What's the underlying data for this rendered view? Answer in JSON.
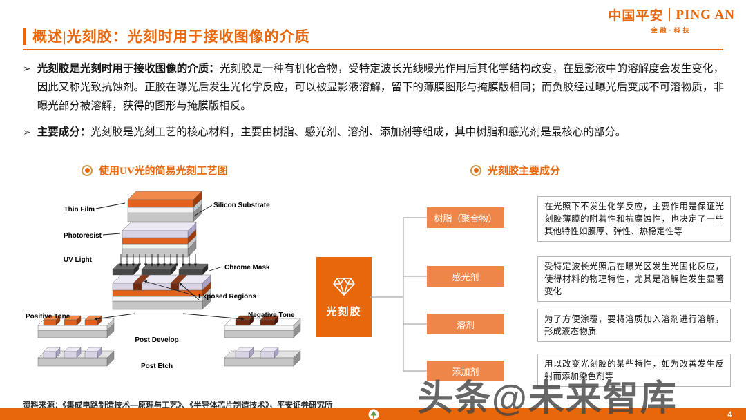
{
  "header": {
    "logo": {
      "brand_cn": "中国平安",
      "brand_en": "PING AN",
      "tagline": "金融·科技"
    },
    "title": "概述|光刻胶：光刻时用于接收图像的介质"
  },
  "bullets": [
    {
      "lead": "光刻胶是光刻时用于接收图像的介质：",
      "text": "光刻胶是一种有机化合物，受特定波长光线曝光作用后其化学结构改变，在显影液中的溶解度会发生变化，因此又称光致抗蚀剂。正胶在曝光后发生光化学反应，可以被显影液溶解，留下的薄膜图形与掩膜版相同；而负胶经过曝光后变成不可溶物质，非曝光部分被溶解，获得的图形与掩膜版相反。"
    },
    {
      "lead": "主要成分：",
      "text": "光刻胶是光刻工艺的核心材料，主要由树脂、感光剂、溶剂、添加剂等组成，其中树脂和感光剂是最核心的部分。"
    }
  ],
  "sections": {
    "left_title": "使用UV光的简易光刻工艺图",
    "right_title": "光刻胶主要成分"
  },
  "diagram": {
    "labels": {
      "thin_film": "Thin Film",
      "silicon_substrate": "Silicon Substrate",
      "photoresist": "Photoresist",
      "uv_light": "UV Light",
      "chrome_mask": "Chrome Mask",
      "exposed_regions": "Exposed Regions",
      "positive_tone": "Positive Tone",
      "negative_tone": "Negative Tone",
      "post_develop": "Post Develop",
      "post_etch": "Post Etch"
    }
  },
  "composition": {
    "root": "光刻胶",
    "items": [
      {
        "label": "树脂（聚合物）",
        "desc": "在光照下不发生化学反应，主要作用是保证光刻胶薄膜的附着性和抗腐蚀性，也决定了一些其他特性如膜厚、弹性、热稳定性等"
      },
      {
        "label": "感光剂",
        "desc": "受特定波长光照后在曝光区发生光固化反应，使得材料的物理特性，尤其是溶解性发生显著变化"
      },
      {
        "label": "溶剂",
        "desc": "为了方便涂覆，要将溶质加入溶剂进行溶解，形成液态物质"
      },
      {
        "label": "添加剂",
        "desc": "用以改变光刻胶的某些特性，如为改善发生反射而添加染色剂等"
      }
    ]
  },
  "footer": {
    "source": "资料来源：《集成电路制造技术—原理与工艺》、《半导体芯片制造技术》，平安证券研究所",
    "page": "4"
  },
  "watermark": "头条@未来智库",
  "colors": {
    "accent": "#E8670A",
    "box": "#EF8649",
    "line": "#ABABAB"
  }
}
